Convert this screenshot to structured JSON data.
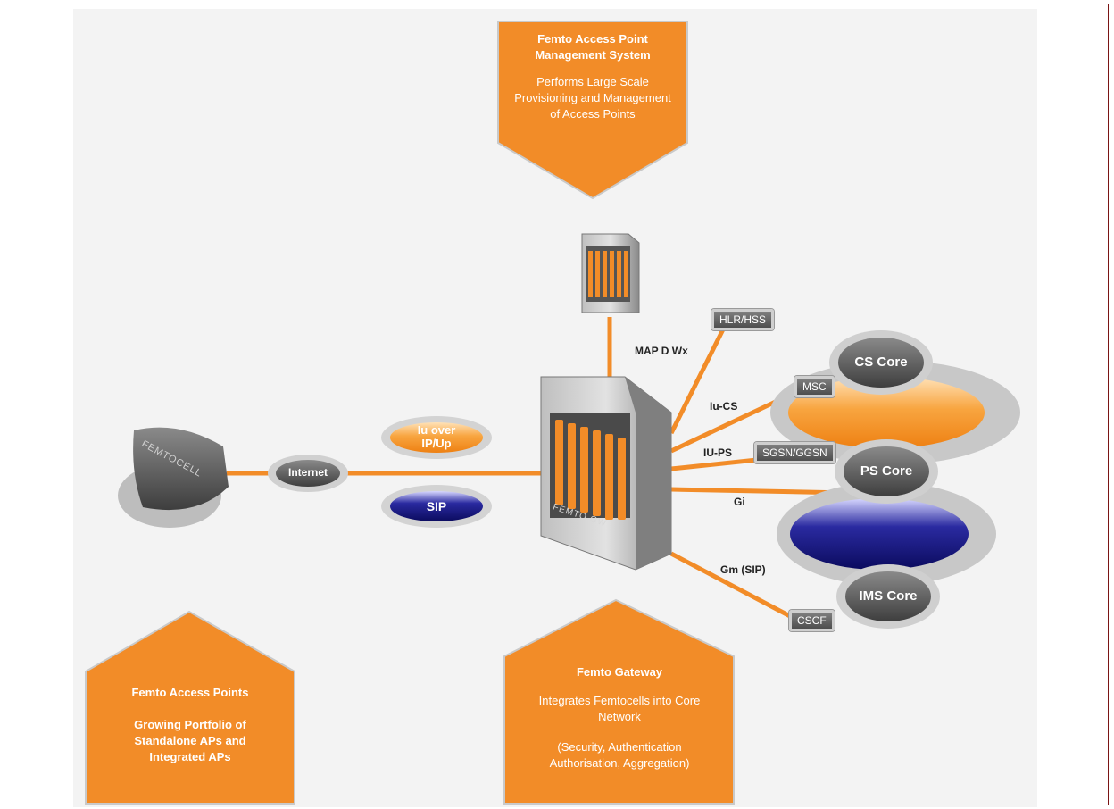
{
  "callouts": {
    "management": {
      "title": "Femto Access Point Management System",
      "body": "Performs Large Scale Provisioning and Management of Access Points"
    },
    "access_points": {
      "title": "Femto Access Points",
      "body": "Growing Portfolio of Standalone APs and Integrated APs"
    },
    "gateway": {
      "title": "Femto Gateway",
      "body": "Integrates Femtocells into Core Network",
      "body2": "(Security, Authentication Authorisation, Aggregation)"
    }
  },
  "devices": {
    "femtocell_label": "FEMTOCELL",
    "gateway_label": "FEMTO GW"
  },
  "nodes": {
    "internet": "Internet",
    "iu_over": "Iu over",
    "ip_up": "IP/Up",
    "sip": "SIP",
    "cs_core": "CS Core",
    "ps_core": "PS Core",
    "ims_core": "IMS Core"
  },
  "tags": {
    "hlr": "HLR/HSS",
    "msc": "MSC",
    "sgsn": "SGSN/GGSN",
    "cscf": "CSCF"
  },
  "links": {
    "map": "MAP D Wx",
    "iucs": "Iu-CS",
    "iups": "IU-PS",
    "gi": "Gi",
    "gm": "Gm (SIP)"
  },
  "colors": {
    "orange": "#f28c28",
    "navy": "#13137a",
    "gray": "#5a5a5a"
  }
}
